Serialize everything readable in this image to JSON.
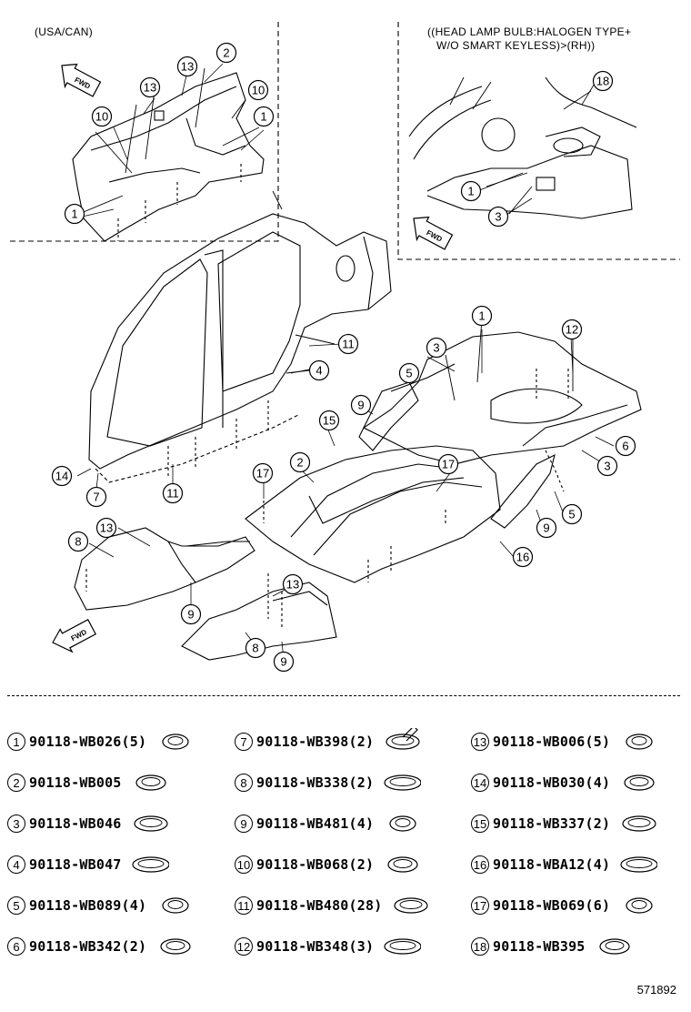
{
  "notes": {
    "left": "(USA/CAN)",
    "right_line1": "((HEAD LAMP BULB:HALOGEN TYPE+",
    "right_line2": "W/O SMART KEYLESS)>(RH))"
  },
  "fwd_label": "FWD",
  "callouts": [
    "1",
    "2",
    "3",
    "4",
    "5",
    "6",
    "7",
    "8",
    "9",
    "10",
    "11",
    "12",
    "13",
    "14",
    "15",
    "16",
    "17",
    "18"
  ],
  "legend": [
    {
      "num": "1",
      "part": "90118-WB026(5)"
    },
    {
      "num": "2",
      "part": "90118-WB005"
    },
    {
      "num": "3",
      "part": "90118-WB046"
    },
    {
      "num": "4",
      "part": "90118-WB047"
    },
    {
      "num": "5",
      "part": "90118-WB089(4)"
    },
    {
      "num": "6",
      "part": "90118-WB342(2)"
    },
    {
      "num": "7",
      "part": "90118-WB398(2)"
    },
    {
      "num": "8",
      "part": "90118-WB338(2)"
    },
    {
      "num": "9",
      "part": "90118-WB481(4)"
    },
    {
      "num": "10",
      "part": "90118-WB068(2)"
    },
    {
      "num": "11",
      "part": "90118-WB480(28)"
    },
    {
      "num": "12",
      "part": "90118-WB348(3)"
    },
    {
      "num": "13",
      "part": "90118-WB006(5)"
    },
    {
      "num": "14",
      "part": "90118-WB030(4)"
    },
    {
      "num": "15",
      "part": "90118-WB337(2)"
    },
    {
      "num": "16",
      "part": "90118-WBA12(4)"
    },
    {
      "num": "17",
      "part": "90118-WB069(6)"
    },
    {
      "num": "18",
      "part": "90118-WB395"
    }
  ],
  "figure_id": "571892"
}
